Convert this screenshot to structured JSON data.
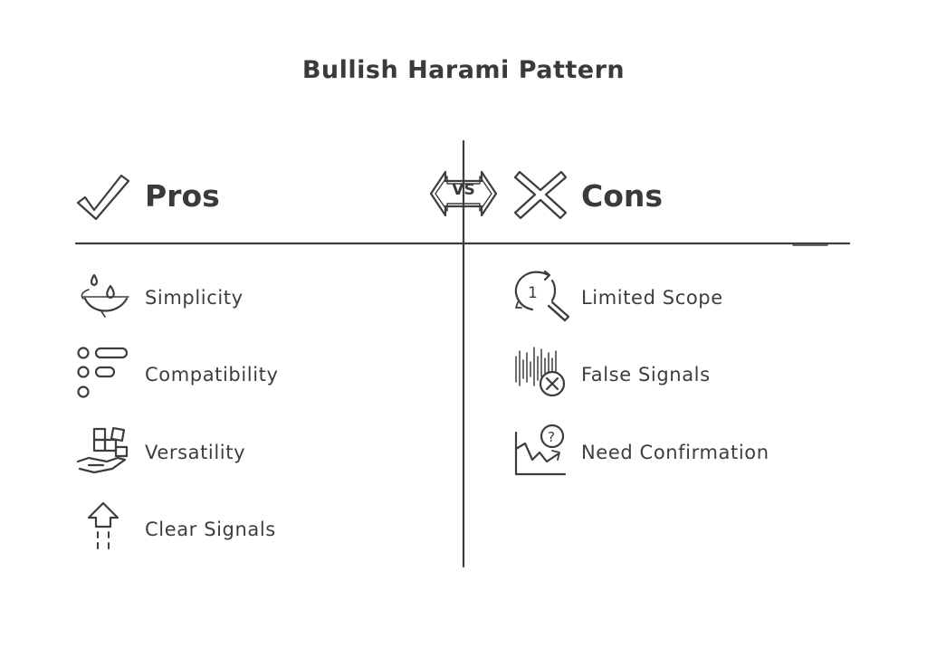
{
  "title": "Bullish Harami Pattern",
  "vs_label": "VS",
  "pros": {
    "heading": "Pros",
    "items": [
      {
        "label": "Simplicity",
        "icon": "drops-bowl-icon"
      },
      {
        "label": "Compatibility",
        "icon": "circles-pills-icon"
      },
      {
        "label": "Versatility",
        "icon": "hand-blocks-icon"
      },
      {
        "label": "Clear Signals",
        "icon": "up-arrow-icon"
      }
    ]
  },
  "cons": {
    "heading": "Cons",
    "items": [
      {
        "label": "Limited Scope",
        "icon": "magnifier-cycle-icon"
      },
      {
        "label": "False Signals",
        "icon": "signal-x-icon"
      },
      {
        "label": "Need Confirmation",
        "icon": "chart-question-icon"
      }
    ]
  }
}
